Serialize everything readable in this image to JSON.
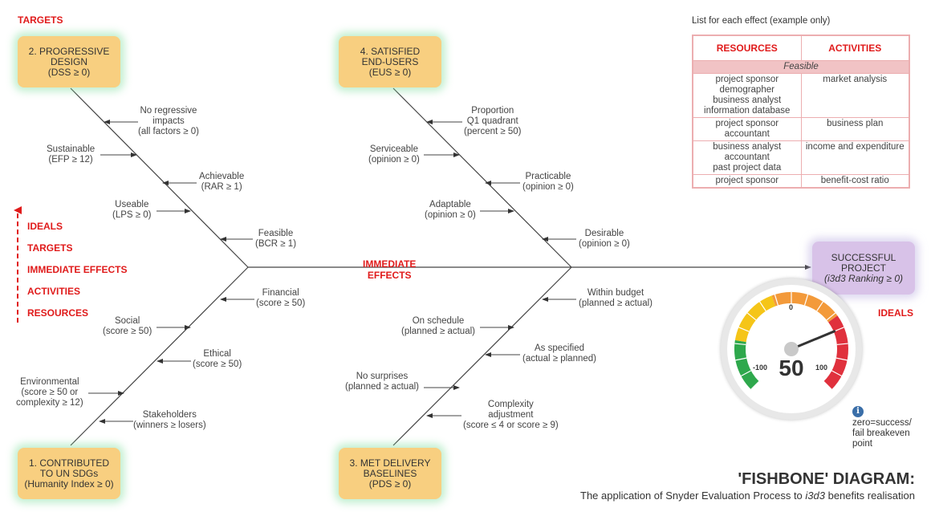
{
  "targets_title": "TARGETS",
  "ideals_title": "IDEALS",
  "immediate_effects_line": [
    "IMMEDIATE",
    "EFFECTS"
  ],
  "boxes": {
    "progressive_design": [
      "2. PROGRESSIVE",
      "DESIGN",
      "(DSS ≥ 0)"
    ],
    "satisfied_end_users": [
      "4. SATISFIED",
      "END-USERS",
      "(EUS ≥ 0)"
    ],
    "contributed_sdgs": [
      "1. CONTRIBUTED",
      "TO UN SDGs",
      "(Humanity Index ≥ 0)"
    ],
    "met_delivery": [
      "3. MET DELIVERY",
      "BASELINES",
      "(PDS ≥ 0)"
    ],
    "successful_project": [
      "SUCCESSFUL",
      "PROJECT",
      "(i3d3 Ranking ≥ 0)"
    ]
  },
  "labels": {
    "no_regressive": [
      "No regressive",
      "impacts",
      "(all factors ≥ 0)"
    ],
    "sustainable": [
      "Sustainable",
      "(EFP ≥ 12)"
    ],
    "achievable": [
      "Achievable",
      "(RAR ≥ 1)"
    ],
    "useable": [
      "Useable",
      "(LPS ≥ 0)"
    ],
    "feasible": [
      "Feasible",
      "(BCR ≥ 1)"
    ],
    "proportion": [
      "Proportion",
      "Q1 quadrant",
      "(percent ≥ 50)"
    ],
    "serviceable": [
      "Serviceable",
      "(opinion ≥ 0)"
    ],
    "practicable": [
      "Practicable",
      "(opinion ≥ 0)"
    ],
    "adaptable": [
      "Adaptable",
      "(opinion ≥ 0)"
    ],
    "desirable": [
      "Desirable",
      "(opinion ≥ 0)"
    ],
    "financial": [
      "Financial",
      "(score ≥ 50)"
    ],
    "social": [
      "Social",
      "(score ≥ 50)"
    ],
    "ethical": [
      "Ethical",
      "(score ≥ 50)"
    ],
    "environmental": [
      "Environmental",
      "(score ≥ 50 or",
      "complexity ≥ 12)"
    ],
    "stakeholders": [
      "Stakeholders",
      "(winners ≥ losers)"
    ],
    "within_budget": [
      "Within budget",
      "(planned ≥ actual)"
    ],
    "on_schedule": [
      "On schedule",
      "(planned ≥ actual)"
    ],
    "as_specified": [
      "As specified",
      "(actual ≥ planned)"
    ],
    "no_surprises": [
      "No surprises",
      "(planned ≥ actual)"
    ],
    "complexity": [
      "Complexity",
      "adjustment",
      "(score ≤ 4 or score ≥ 9)"
    ]
  },
  "legend": {
    "items": [
      "IDEALS",
      "TARGETS",
      "IMMEDIATE EFFECTS",
      "ACTIVITIES",
      "RESOURCES"
    ]
  },
  "table": {
    "caption": "List for each effect (example only)",
    "headers": [
      "RESOURCES",
      "ACTIVITIES"
    ],
    "group": "Feasible",
    "rows": [
      {
        "resources": [
          "project sponsor",
          "demographer",
          "business analyst",
          "information database"
        ],
        "activities": [
          "market analysis"
        ]
      },
      {
        "resources": [
          "project sponsor",
          "accountant"
        ],
        "activities": [
          "business plan"
        ]
      },
      {
        "resources": [
          "business analyst",
          "accountant",
          "past project data"
        ],
        "activities": [
          "income and expenditure"
        ]
      },
      {
        "resources": [
          "project sponsor"
        ],
        "activities": [
          "benefit-cost ratio"
        ]
      }
    ]
  },
  "gauge": {
    "value": "50",
    "value_num": 50,
    "min": "-100",
    "zero": "0",
    "max": "100",
    "note": [
      "zero=success/",
      "fail breakeven",
      "point"
    ],
    "info_icon": "info-icon",
    "colors": {
      "green": "#2ea84c",
      "yellow": "#f5c518",
      "orange": "#f39a3a",
      "red": "#e0313d"
    }
  },
  "footer": {
    "title": "'FISHBONE' DIAGRAM:",
    "subtitle_pre": "The application of Snyder Evaluation Process to ",
    "subtitle_em": "i3d3",
    "subtitle_post": " benefits realisation"
  }
}
